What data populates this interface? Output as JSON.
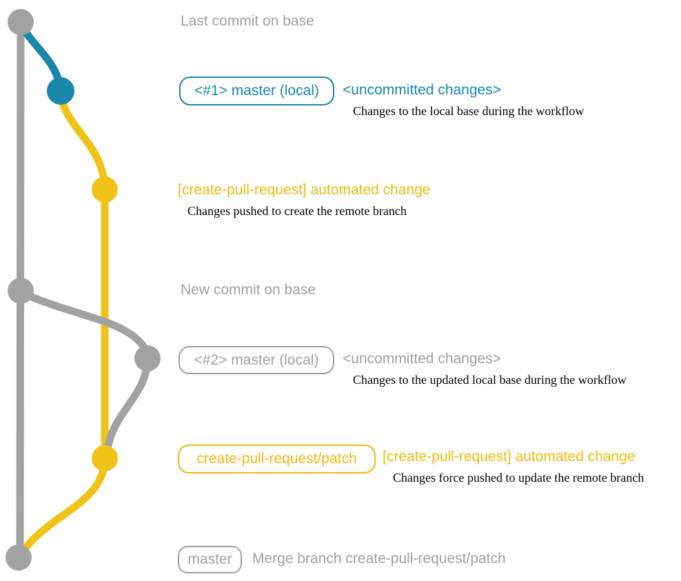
{
  "title": "Git workflow branch diagram for the create-pull-request action",
  "colors": {
    "base-gray": "#a2a2a2",
    "text-gray": "#a0a0a0",
    "teal": "#1887ab",
    "yellow-line": "#efc318",
    "yellow-text": "#f0ba0e",
    "desc-black": "#000000"
  },
  "graph": {
    "nodes": [
      {
        "name": "commit-node-last-base",
        "color": "gray"
      },
      {
        "name": "commit-node-local-master-1",
        "color": "teal"
      },
      {
        "name": "commit-node-automated-change-1",
        "color": "yellow"
      },
      {
        "name": "commit-node-new-base",
        "color": "gray"
      },
      {
        "name": "commit-node-local-master-2",
        "color": "gray"
      },
      {
        "name": "commit-node-automated-change-2",
        "color": "yellow"
      },
      {
        "name": "commit-node-merge",
        "color": "gray"
      }
    ]
  },
  "annotations": {
    "row1": {
      "label": "Last commit on base"
    },
    "row2": {
      "badge": "<#1> master (local)",
      "tag": "<uncommitted changes>",
      "desc": "Changes to the local base during the workflow"
    },
    "row3": {
      "label": "[create-pull-request] automated change",
      "desc": "Changes pushed to create the remote branch"
    },
    "row4": {
      "label": "New commit on base"
    },
    "row5": {
      "badge": "<#2> master (local)",
      "tag": "<uncommitted changes>",
      "desc": "Changes to the updated local base during the workflow"
    },
    "row6": {
      "badge": "create-pull-request/patch",
      "label": "[create-pull-request] automated change",
      "desc": "Changes force pushed to update the remote branch"
    },
    "row7": {
      "badge": "master",
      "label": "Merge branch create-pull-request/patch"
    }
  }
}
